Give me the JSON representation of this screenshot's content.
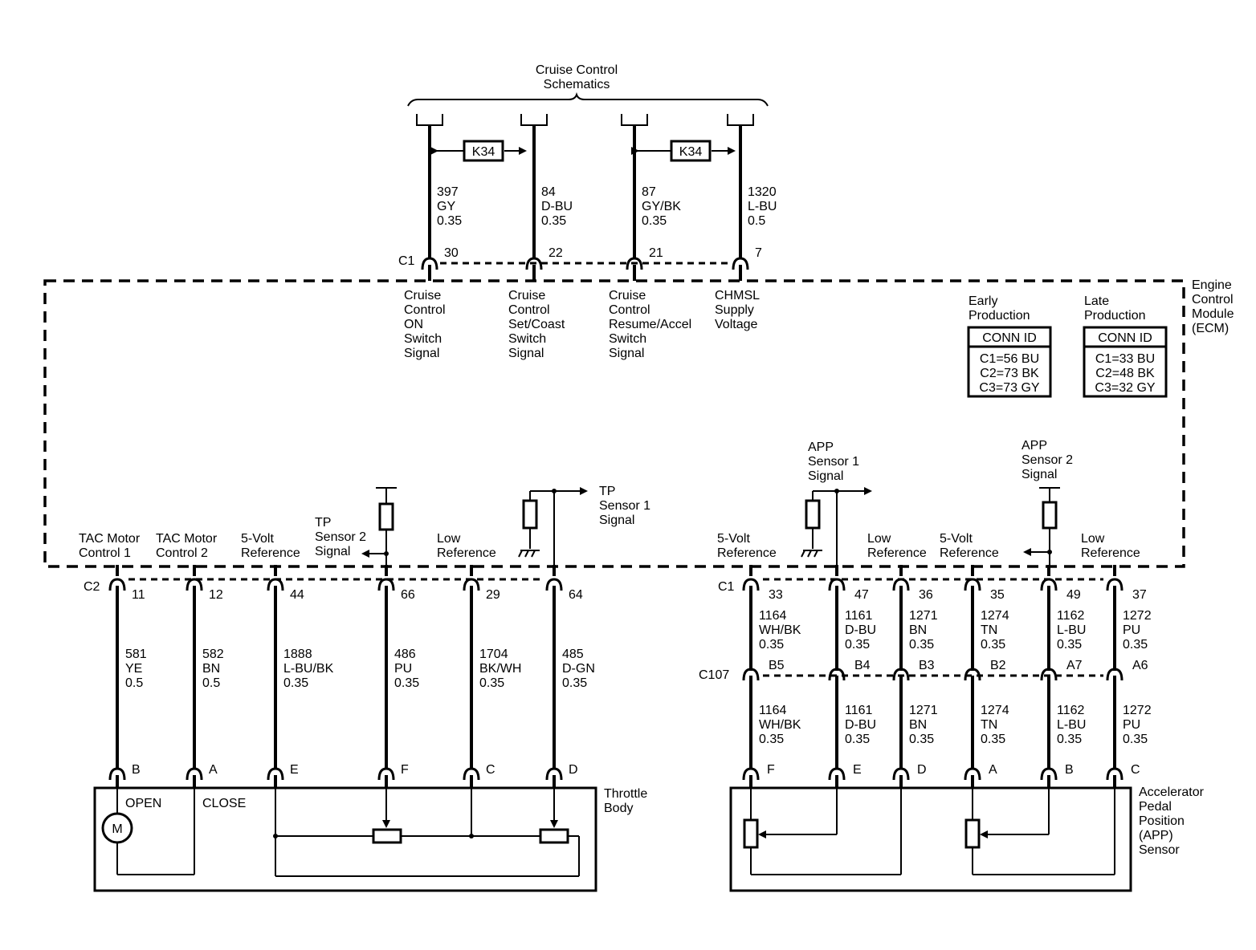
{
  "cruise": {
    "title_line1": "Cruise Control",
    "title_line2": "Schematics",
    "k34_left": "K34",
    "k34_right": "K34"
  },
  "ecm": {
    "label_lines": [
      "Engine",
      "Control",
      "Module",
      "(ECM)"
    ],
    "connector_top": "C1",
    "connector_left": "C2",
    "connector_right": "C1"
  },
  "top_wires": [
    {
      "circuit": "397",
      "color": "GY",
      "size": "0.35",
      "pin": "30",
      "label_lines": [
        "Cruise",
        "Control",
        "ON",
        "Switch",
        "Signal"
      ]
    },
    {
      "circuit": "84",
      "color": "D-BU",
      "size": "0.35",
      "pin": "22",
      "label_lines": [
        "Cruise",
        "Control",
        "Set/Coast",
        "Switch",
        "Signal"
      ]
    },
    {
      "circuit": "87",
      "color": "GY/BK",
      "size": "0.35",
      "pin": "21",
      "label_lines": [
        "Cruise",
        "Control",
        "Resume/Accel",
        "Switch",
        "Signal"
      ]
    },
    {
      "circuit": "1320",
      "color": "L-BU",
      "size": "0.5",
      "pin": "7",
      "label_lines": [
        "CHMSL",
        "Supply",
        "Voltage"
      ]
    }
  ],
  "conn_tables": [
    {
      "heading_lines": [
        "Early",
        "Production"
      ],
      "header": "CONN ID",
      "rows": [
        "C1=56 BU",
        "C2=73 BK",
        "C3=73 GY"
      ]
    },
    {
      "heading_lines": [
        "Late",
        "Production"
      ],
      "header": "CONN ID",
      "rows": [
        "C1=33 BU",
        "C2=48 BK",
        "C3=32 GY"
      ]
    }
  ],
  "left_wires": [
    {
      "ecm_pin": "11",
      "circuit": "581",
      "color": "YE",
      "size": "0.5",
      "comp_pin": "B",
      "ecm_label": [
        "TAC Motor",
        "Control 1"
      ]
    },
    {
      "ecm_pin": "12",
      "circuit": "582",
      "color": "BN",
      "size": "0.5",
      "comp_pin": "A",
      "ecm_label": [
        "TAC Motor",
        "Control 2"
      ]
    },
    {
      "ecm_pin": "44",
      "circuit": "1888",
      "color": "L-BU/BK",
      "size": "0.35",
      "comp_pin": "E",
      "ecm_label": [
        "5-Volt",
        "Reference"
      ]
    },
    {
      "ecm_pin": "66",
      "circuit": "486",
      "color": "PU",
      "size": "0.35",
      "comp_pin": "F",
      "ecm_label": [
        "TP",
        "Sensor 2",
        "Signal"
      ]
    },
    {
      "ecm_pin": "29",
      "circuit": "1704",
      "color": "BK/WH",
      "size": "0.35",
      "comp_pin": "C",
      "ecm_label": [
        "Low",
        "Reference"
      ]
    },
    {
      "ecm_pin": "64",
      "circuit": "485",
      "color": "D-GN",
      "size": "0.35",
      "comp_pin": "D",
      "ecm_label": []
    }
  ],
  "tp_sensor1_label": [
    "TP",
    "Sensor 1",
    "Signal"
  ],
  "throttle": {
    "label_lines": [
      "Throttle",
      "Body"
    ],
    "open": "OPEN",
    "close": "CLOSE",
    "motor": "M"
  },
  "right_wires": [
    {
      "ecm_pin": "33",
      "circuit": "1164",
      "color": "WH/BK",
      "size": "0.35",
      "c107_pin": "B5",
      "comp_pin": "F",
      "ecm_label": [
        "5-Volt",
        "Reference"
      ]
    },
    {
      "ecm_pin": "47",
      "circuit": "1161",
      "color": "D-BU",
      "size": "0.35",
      "c107_pin": "B4",
      "comp_pin": "E",
      "ecm_label": []
    },
    {
      "ecm_pin": "36",
      "circuit": "1271",
      "color": "BN",
      "size": "0.35",
      "c107_pin": "B3",
      "comp_pin": "D",
      "ecm_label": [
        "Low",
        "Reference"
      ]
    },
    {
      "ecm_pin": "35",
      "circuit": "1274",
      "color": "TN",
      "size": "0.35",
      "c107_pin": "B2",
      "comp_pin": "A",
      "ecm_label": [
        "5-Volt",
        "Reference"
      ]
    },
    {
      "ecm_pin": "49",
      "circuit": "1162",
      "color": "L-BU",
      "size": "0.35",
      "c107_pin": "A7",
      "comp_pin": "B",
      "ecm_label": []
    },
    {
      "ecm_pin": "37",
      "circuit": "1272",
      "color": "PU",
      "size": "0.35",
      "c107_pin": "A6",
      "comp_pin": "C",
      "ecm_label": [
        "Low",
        "Reference"
      ]
    }
  ],
  "c107": "C107",
  "app_sensor1_label": [
    "APP",
    "Sensor 1",
    "Signal"
  ],
  "app_sensor2_label": [
    "APP",
    "Sensor 2",
    "Signal"
  ],
  "app": {
    "label_lines": [
      "Accelerator",
      "Pedal",
      "Position",
      "(APP)",
      "Sensor"
    ]
  }
}
